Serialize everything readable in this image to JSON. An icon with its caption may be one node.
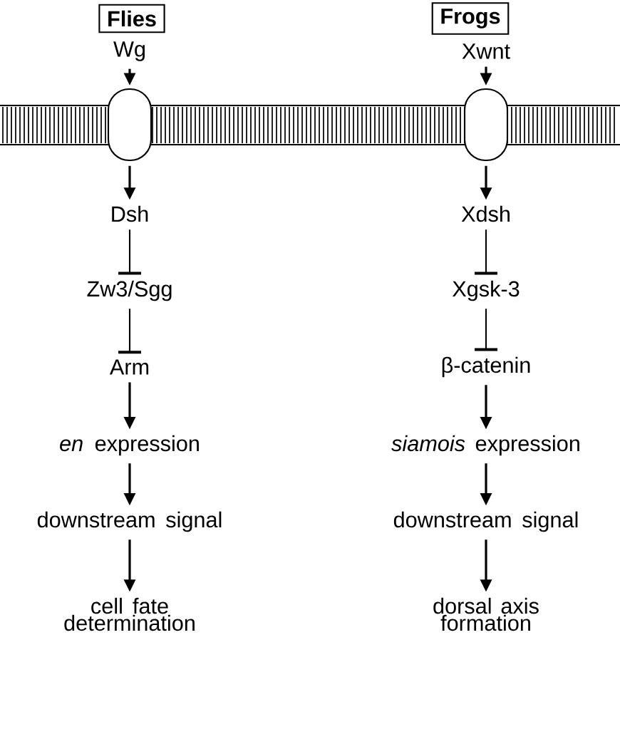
{
  "diagram": {
    "nodes": [
      {
        "text": [
          "Flies"
        ]
      },
      {
        "text": [
          "Frogs"
        ]
      },
      {
        "text": [
          "Wg"
        ]
      },
      {
        "text": [
          "Xwnt"
        ]
      },
      {
        "text": [],
        "shape": "box"
      },
      {
        "text": [],
        "shape": "box"
      },
      {
        "text": [
          "Dsh"
        ]
      },
      {
        "text": [
          "Xdsh"
        ]
      },
      {
        "text": [
          "Zw3/Sgg"
        ]
      },
      {
        "text": [
          "Xgsk-3"
        ]
      },
      {
        "text": [
          "Arm"
        ]
      },
      {
        "text": [
          "β-catenin"
        ]
      },
      {
        "text": [
          "*en* expression"
        ]
      },
      {
        "text": [
          "*siamois* expression"
        ]
      },
      {
        "text": [
          "downstream signal"
        ]
      },
      {
        "text": [
          "downstream signal"
        ]
      },
      {
        "text": [
          "cell fate determination"
        ]
      },
      {
        "text": [
          "dorsal axis formation"
        ]
      }
    ],
    "edges": [
      {
        "from": 2,
        "to": 4,
        "arrow": "to"
      },
      {
        "from": 3,
        "to": 5,
        "arrow": "to"
      },
      {
        "from": 4,
        "to": 6,
        "arrow": "to"
      },
      {
        "from": 5,
        "to": 7,
        "arrow": "to"
      },
      {
        "from": 6,
        "to": 8,
        "arrow": "other"
      },
      {
        "from": 7,
        "to": 9,
        "arrow": "other"
      },
      {
        "from": 8,
        "to": 10,
        "arrow": "other"
      },
      {
        "from": 9,
        "to": 11,
        "arrow": "other"
      },
      {
        "from": 10,
        "to": 12,
        "arrow": "to"
      },
      {
        "from": 11,
        "to": 13,
        "arrow": "to"
      },
      {
        "from": 12,
        "to": 14,
        "arrow": "to"
      },
      {
        "from": 13,
        "to": 15,
        "arrow": "to"
      },
      {
        "from": 14,
        "to": 16,
        "arrow": "to"
      },
      {
        "from": 15,
        "to": 17,
        "arrow": "to"
      }
    ]
  }
}
